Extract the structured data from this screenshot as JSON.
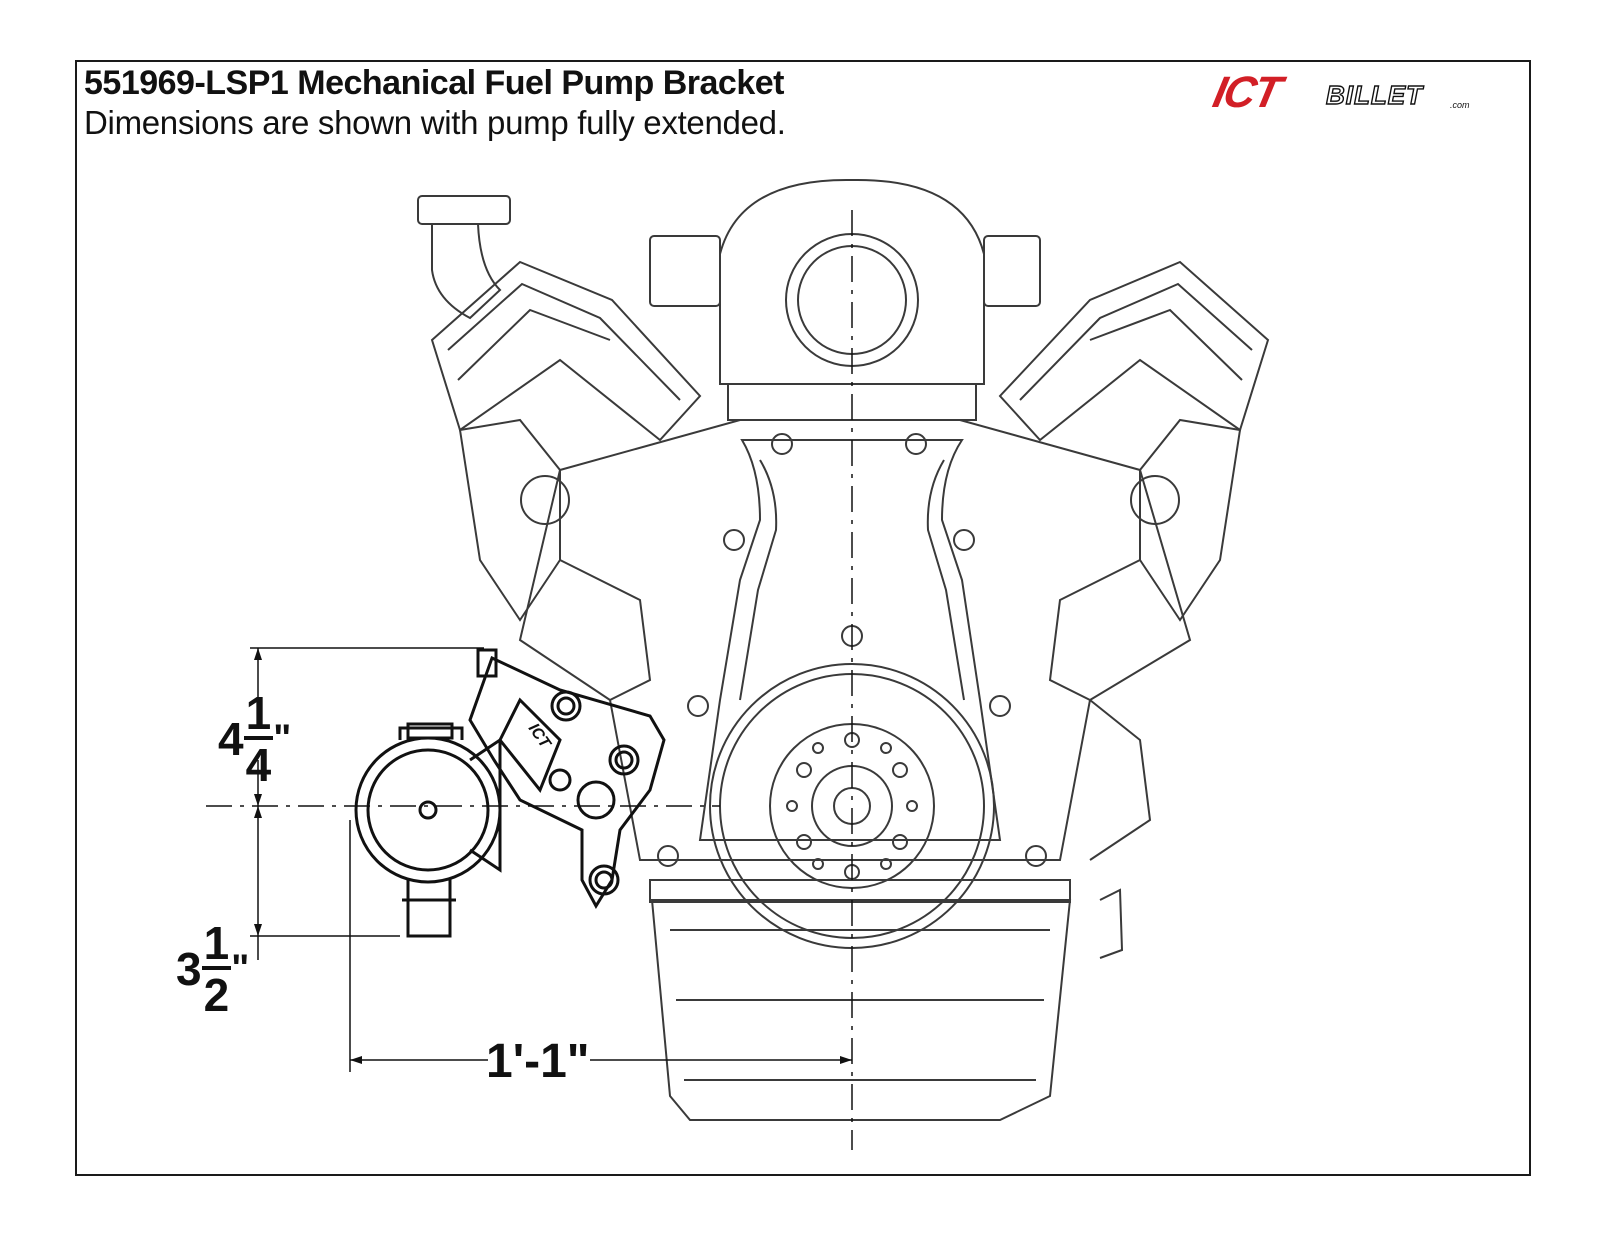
{
  "header": {
    "title": "551969-LSP1 Mechanical Fuel Pump Bracket",
    "subtitle": "Dimensions are shown with pump fully extended."
  },
  "logo": {
    "ict": "ICT",
    "billet": "BILLET",
    "com": ".com",
    "bracket_mark": "ICT"
  },
  "dimensions": {
    "upper": {
      "whole": "4",
      "num": "1",
      "den": "4",
      "unit": "\""
    },
    "lower": {
      "whole": "3",
      "num": "1",
      "den": "2",
      "unit": "\""
    },
    "horizontal": {
      "text": "1'-1\""
    }
  },
  "colors": {
    "logo_red": "#d21f26",
    "line": "#111111",
    "engine_line": "#3a3a3a"
  }
}
